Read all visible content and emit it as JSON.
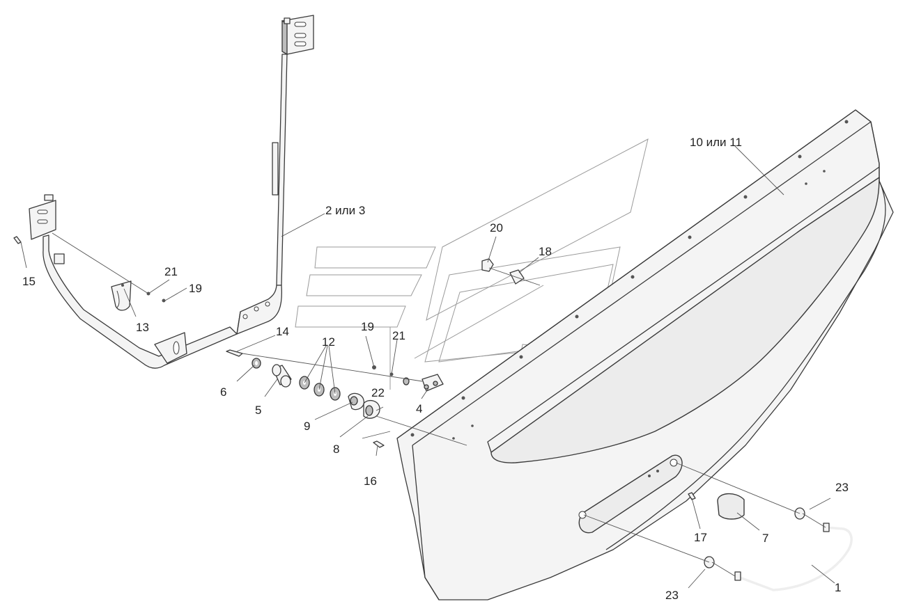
{
  "callouts": {
    "c1": "1",
    "c2": "2 или 3",
    "c4": "4",
    "c5": "5",
    "c6": "6",
    "c7": "7",
    "c8": "8",
    "c9": "9",
    "c10": "10 или 11",
    "c12": "12",
    "c13": "13",
    "c14": "14",
    "c15": "15",
    "c16": "16",
    "c17": "17",
    "c18": "18",
    "c19a": "19",
    "c19b": "19",
    "c20": "20",
    "c21a": "21",
    "c21b": "21",
    "c22": "22",
    "c23a": "23",
    "c23b": "23"
  }
}
